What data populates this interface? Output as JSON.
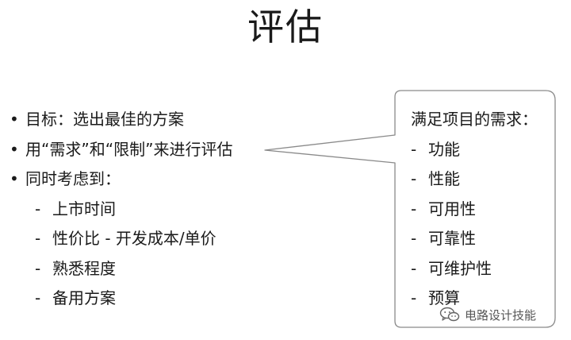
{
  "slide": {
    "title": "评估"
  },
  "bullets": [
    {
      "text": "目标：选出最佳的方案"
    },
    {
      "text": "用“需求”和“限制”来进行评估"
    },
    {
      "text": "同时考虑到："
    }
  ],
  "bullet_marker": "•",
  "sub_marker": "-",
  "sub_items": [
    {
      "text": "上市时间"
    },
    {
      "text": "性价比 - 开发成本/单价"
    },
    {
      "text": "熟悉程度"
    },
    {
      "text": "备用方案"
    }
  ],
  "callout": {
    "heading": "满足项目的需求：",
    "items": [
      {
        "text": "功能"
      },
      {
        "text": "性能"
      },
      {
        "text": "可用性"
      },
      {
        "text": "可靠性"
      },
      {
        "text": "可维护性"
      },
      {
        "text": "预算"
      }
    ]
  },
  "watermark": {
    "text": "电路设计技能",
    "icon": "wechat-icon"
  }
}
